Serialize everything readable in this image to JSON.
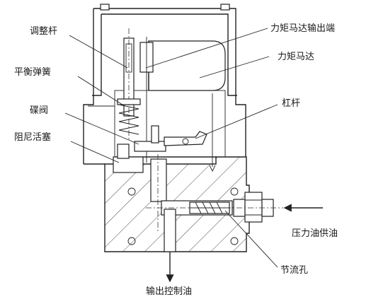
{
  "labels": {
    "adjust_rod": "调整杆",
    "balance_spring": "平衡弹簧",
    "disc_valve": "碟阀",
    "damping_piston": "阻尼活塞",
    "torque_motor_output": "力矩马达输出端",
    "torque_motor": "力矩马达",
    "lever": "杠杆",
    "pressure_oil_supply": "压力油供油",
    "throttle_orifice": "节流孔",
    "output_control_oil": "输出控制油"
  }
}
